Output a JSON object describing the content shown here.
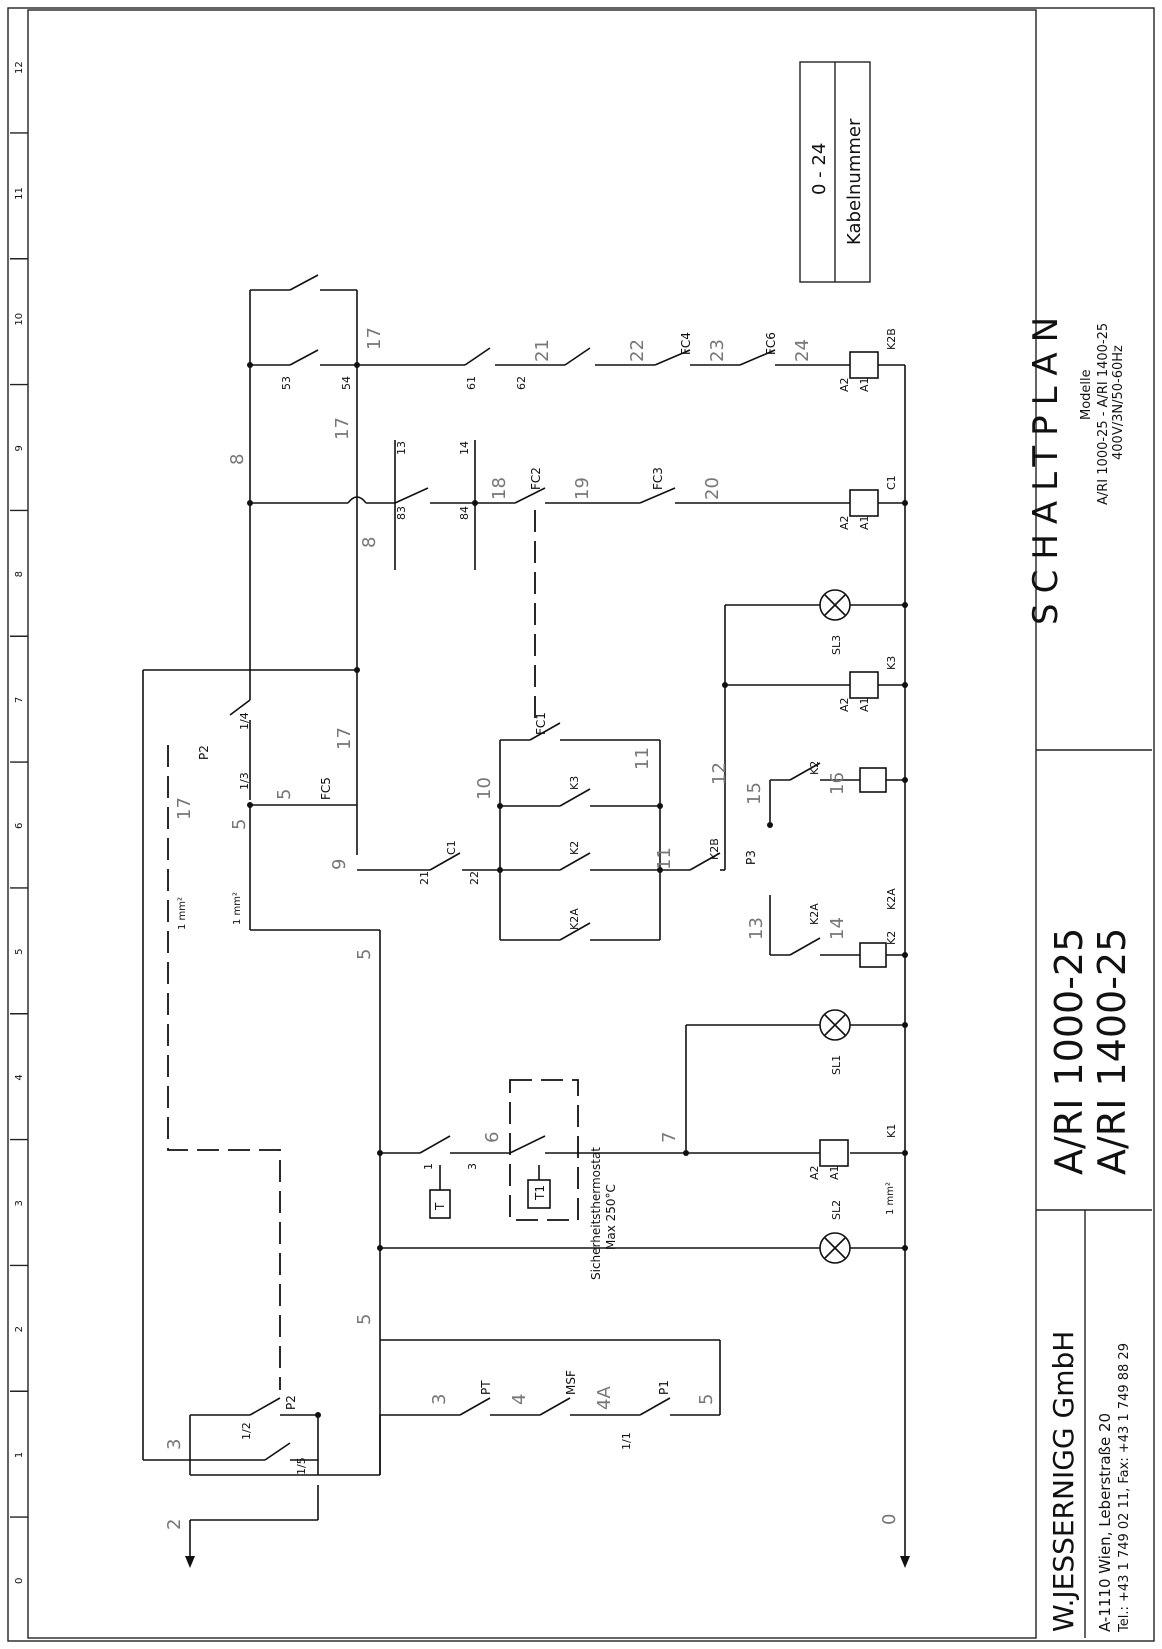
{
  "title_block": {
    "plan": "SCHALTPLAN",
    "models_label": "Modelle",
    "models": "A/RI 1000-25 - A/RI 1400-25",
    "supply": "400V/3N/50-60Hz",
    "name1": "A/RI 1000-25",
    "name2": "A/RI 1400-25",
    "company": "W.JESSERNIGG GmbH",
    "address": "A-1110 Wien, Leberstraße 20",
    "phone": "Tel.: +43 1 749 02 11, Fax: +43 1 749 88 29"
  },
  "legend": {
    "range": "0 - 24",
    "label": "Kabelnummer"
  },
  "ruler": [
    "0",
    "1",
    "2",
    "3",
    "4",
    "5",
    "6",
    "7",
    "8",
    "9",
    "10",
    "11",
    "12"
  ],
  "thermostat": {
    "line1": "Sicherheitsthermostat",
    "line2": "Max 250°C"
  },
  "sections": {
    "s1": "1 mm²",
    "s2": "1 mm²",
    "s3": "1 mm²"
  },
  "lamps": [
    "SL1",
    "SL2",
    "SL3"
  ],
  "coils": [
    "K1",
    "K2",
    "K2A",
    "K2B",
    "K3",
    "C1"
  ],
  "pins": {
    "a1": "A1",
    "a2": "A2",
    "p11": "11",
    "p14": "14",
    "p21": "21",
    "p22": "22",
    "p1_2": "1/2",
    "p1_1": "1/1",
    "p1_3": "1/3",
    "p1_4": "1/4",
    "p1_5": "1/5",
    "p13": "13",
    "p83": "83",
    "p84": "84",
    "p53": "53",
    "p54": "54",
    "p61": "61",
    "p62": "62",
    "p5": "5",
    "p6": "6",
    "p1": "1",
    "p3": "3"
  },
  "devices": {
    "fc1": "FC1",
    "fc2": "FC2",
    "fc3": "FC3",
    "fc4": "FC4",
    "fc5": "FC5",
    "fc6": "FC6",
    "p1": "P1",
    "p2": "P2",
    "p3": "P3",
    "pt": "PT",
    "msf": "MSF",
    "t": "T",
    "t1": "T1"
  },
  "wires": {
    "w0": "0",
    "w2": "2",
    "w3": "3",
    "w4": "4",
    "w4a": "4A",
    "w5": "5",
    "w6": "6",
    "w7": "7",
    "w8": "8",
    "w9": "9",
    "w10": "10",
    "w11": "11",
    "w12": "12",
    "w13": "13",
    "w14": "14",
    "w15": "15",
    "w16": "16",
    "w17": "17",
    "w18": "18",
    "w19": "19",
    "w20": "20",
    "w21": "21",
    "w22": "22",
    "w23": "23",
    "w24": "24"
  }
}
